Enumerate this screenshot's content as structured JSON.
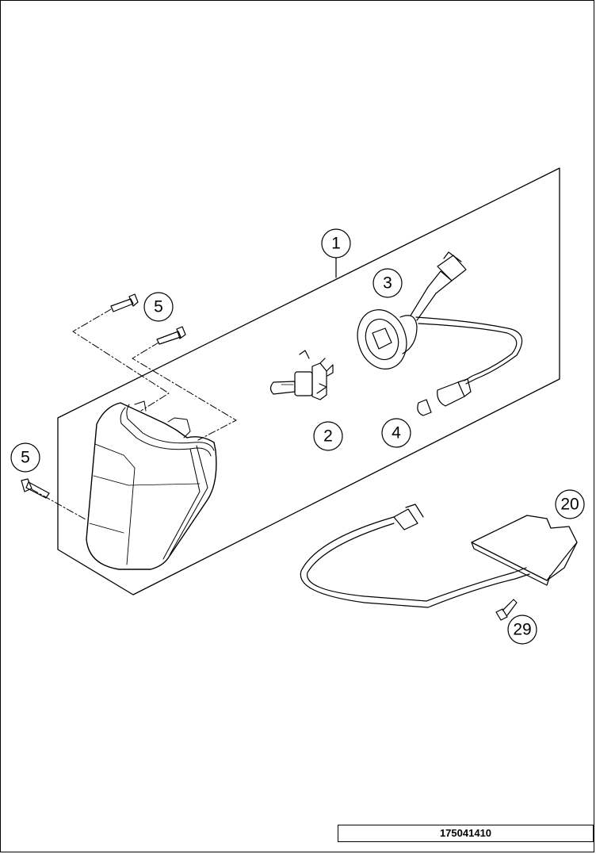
{
  "callouts": {
    "c1": "1",
    "c2": "2",
    "c3": "3",
    "c4": "4",
    "c5a": "5",
    "c5b": "5",
    "c20": "20",
    "c29": "29"
  },
  "drawing_number": "175041410",
  "colors": {
    "line": "#000000",
    "background": "#ffffff"
  }
}
